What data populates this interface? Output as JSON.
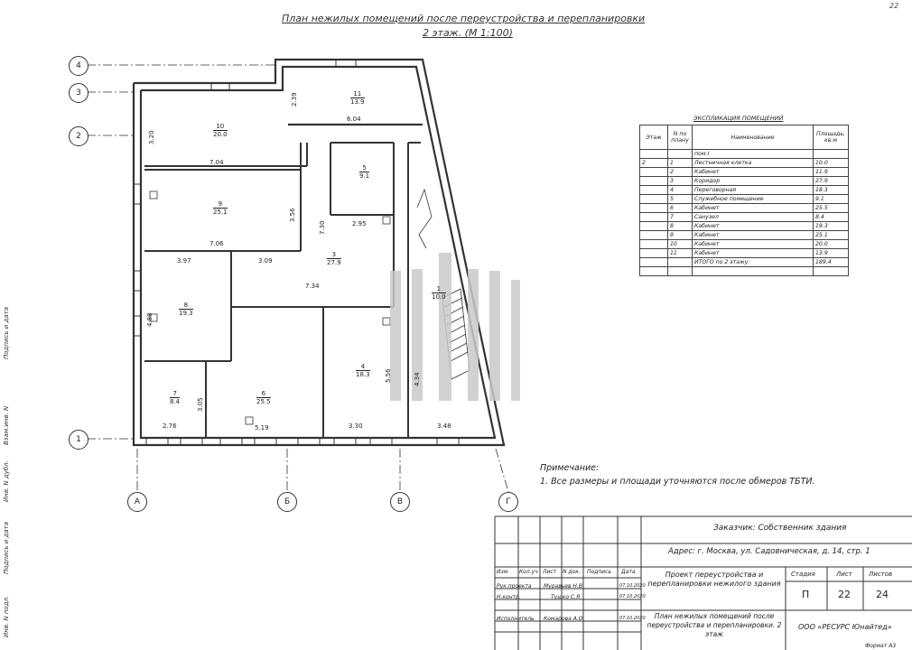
{
  "title_line1": "План нежилых помещений после переустройства и перепланировки",
  "title_line2": "2 этаж. (М 1:100)",
  "page_number": "22",
  "axes_numeric": [
    "4",
    "3",
    "2",
    "1"
  ],
  "axes_letters": [
    "А",
    "Б",
    "В",
    "Г"
  ],
  "rooms": [
    {
      "num": "11",
      "area": "13.9"
    },
    {
      "num": "10",
      "area": "20.0"
    },
    {
      "num": "5",
      "area": "9.1"
    },
    {
      "num": "9",
      "area": "25.1"
    },
    {
      "num": "3",
      "area": "27.9"
    },
    {
      "num": "8",
      "area": "19.3"
    },
    {
      "num": "7",
      "area": "8.4"
    },
    {
      "num": "6",
      "area": "25.5"
    },
    {
      "num": "4",
      "area": "18.3"
    },
    {
      "num": "1",
      "area": "10.0"
    }
  ],
  "dimensions": [
    "2.39",
    "6.04",
    "3.20",
    "7.04",
    "3.56",
    "7.30",
    "2.95",
    "7.06",
    "3.97",
    "3.09",
    "7.34",
    "4.88",
    "3.05",
    "5.56",
    "4.34",
    "2.76",
    "5.19",
    "3.30",
    "3.48"
  ],
  "note_title": "Примечание:",
  "note_text": "1. Все размеры и площади уточняются после обмеров ТБТИ.",
  "explication": {
    "title": "ЭКСПЛИКАЦИЯ ПОМЕЩЕНИЙ",
    "headers": [
      "Этаж",
      "N по плану",
      "Наименование",
      "Площадь, кв.м"
    ],
    "subheader": "пом.I",
    "floor": "2",
    "rows": [
      {
        "n": "1",
        "name": "Лестничная клетка",
        "area": "10.0"
      },
      {
        "n": "2",
        "name": "Кабинет",
        "area": "11.9"
      },
      {
        "n": "3",
        "name": "Коридор",
        "area": "27.9"
      },
      {
        "n": "4",
        "name": "Переговорная",
        "area": "18.3"
      },
      {
        "n": "5",
        "name": "Служебное помещение",
        "area": "9.1"
      },
      {
        "n": "6",
        "name": "Кабинет",
        "area": "25.5"
      },
      {
        "n": "7",
        "name": "Санузел",
        "area": "8.4"
      },
      {
        "n": "8",
        "name": "Кабинет",
        "area": "19.3"
      },
      {
        "n": "9",
        "name": "Кабинет",
        "area": "25.1"
      },
      {
        "n": "10",
        "name": "Кабинет",
        "area": "20.0"
      },
      {
        "n": "11",
        "name": "Кабинет",
        "area": "13.9"
      }
    ],
    "total_label": "ИТОГО по 2 этажу:",
    "total_value": "189,4"
  },
  "stamp": {
    "customer": "Заказчик: Собственник здания",
    "address": "Адрес: г. Москва, ул. Садовническая, д. 14, стр. 1",
    "cols": [
      "Изм.",
      "Кол.уч",
      "Лист",
      "N док.",
      "Подпись",
      "Дата"
    ],
    "people": [
      {
        "role": "Рук.проекта",
        "name": "Муравьев Н.В.",
        "date": "07.10.2020"
      },
      {
        "role": "Н.контр.",
        "name": "Тушко С.Я.",
        "date": "07.10.2020"
      },
      {
        "role": "Исполнитель",
        "name": "Комарова А.О.",
        "date": "07.10.2020"
      }
    ],
    "project": "Проект переустройства и перепланировки нежилого здания",
    "stage_label": "Стадия",
    "sheet_label": "Лист",
    "sheets_label": "Листов",
    "stage": "П",
    "sheet": "22",
    "sheets": "24",
    "drawing": "План нежилых помещений после переустройства и перепланировки. 2 этаж",
    "company": "ООО «РЕСУРС Юнайтед»",
    "format": "Формат А3"
  },
  "side_labels": [
    "Подпись и дата",
    "Взам.инв. N",
    "Инв. N дубл.",
    "Подпись и дата",
    "Инв. N подл."
  ]
}
